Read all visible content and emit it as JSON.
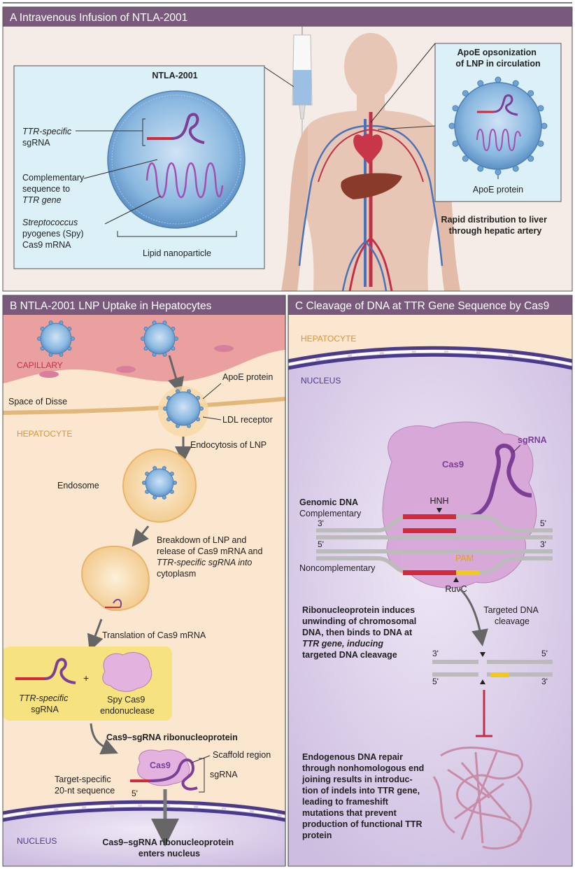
{
  "panel_a": {
    "header": "A  Intravenous Infusion of NTLA-2001",
    "lnp_title": "NTLA-2001",
    "sgrna_label": [
      "TTR-specific",
      "sgRNA"
    ],
    "complementary_label": [
      "Complementary",
      "sequence to",
      "TTR gene"
    ],
    "spy_label": [
      "Streptococcus",
      "pyogenes (Spy)",
      "Cas9 mRNA"
    ],
    "lipid_label": "Lipid nanoparticle",
    "apoe_box_title": [
      "ApoE opsonization",
      "of LNP in circulation"
    ],
    "apoe_protein": "ApoE protein",
    "distribution": [
      "Rapid distribution to liver",
      "through hepatic artery"
    ]
  },
  "panel_b": {
    "header": "B  NTLA-2001 LNP Uptake in Hepatocytes",
    "capillary": "CAPILLARY",
    "space_of_disse": "Space of Disse",
    "hepatocyte": "HEPATOCYTE",
    "apoe_protein": "ApoE protein",
    "ldl_receptor": "LDL receptor",
    "endocytosis": "Endocytosis of LNP",
    "endosome": "Endosome",
    "breakdown": [
      "Breakdown of LNP and",
      "release of Cas9 mRNA and",
      "TTR-specific sgRNA into",
      "cytoplasm"
    ],
    "translation": "Translation of Cas9 mRNA",
    "sgrna_label": [
      "TTR-specific",
      "sgRNA"
    ],
    "plus": "+",
    "spy_cas9": [
      "Spy Cas9",
      "endonuclease"
    ],
    "rnp_title": "Cas9–sgRNA ribonucleoprotein",
    "cas9": "Cas9",
    "scaffold": "Scaffold region",
    "sgrna": "sgRNA",
    "target_specific": [
      "Target-specific",
      "20-nt sequence"
    ],
    "five_prime": "5'",
    "nucleus": "NUCLEUS",
    "enters": [
      "Cas9–sgRNA ribonucleoprotein",
      "enters nucleus"
    ]
  },
  "panel_c": {
    "header": "C  Cleavage of DNA at TTR Gene Sequence by Cas9",
    "hepatocyte": "HEPATOCYTE",
    "nucleus": "NUCLEUS",
    "cas9": "Cas9",
    "sgrna": "sgRNA",
    "genomic_dna": "Genomic DNA",
    "complementary": "Complementary",
    "noncomplementary": "Noncomplementary",
    "hnh": "HNH",
    "ruvc": "RuvC",
    "pam": "PAM",
    "three_prime": "3'",
    "five_prime": "5'",
    "rnp_text": [
      "Ribonucleoprotein induces",
      "unwinding of chromosomal",
      "DNA, then binds to DNA at",
      "TTR gene, inducing",
      "targeted DNA cleavage"
    ],
    "targeted": [
      "Targeted DNA",
      "cleavage"
    ],
    "repair_text": [
      "Endogenous DNA repair",
      "through nonhomologous end",
      "joining results in introduc-",
      "tion of indels into TTR gene,",
      "leading to frameshift",
      "mutations that prevent",
      "production of functional TTR",
      "protein"
    ]
  },
  "colors": {
    "header_bg": "#7a5a7c",
    "panel_a_bg": "#f5ece8",
    "lnp_blue": "#6fa3d4",
    "sgrna_purple": "#7c3f95",
    "red_seq": "#d12b3a",
    "hepatocyte_bg": "#fbe6cf",
    "capillary_red": "#eba0a0",
    "nucleus_purple": "#dcd0ea",
    "cas9_pink": "#d8a6d8",
    "pam_yellow": "#f0c81e"
  }
}
